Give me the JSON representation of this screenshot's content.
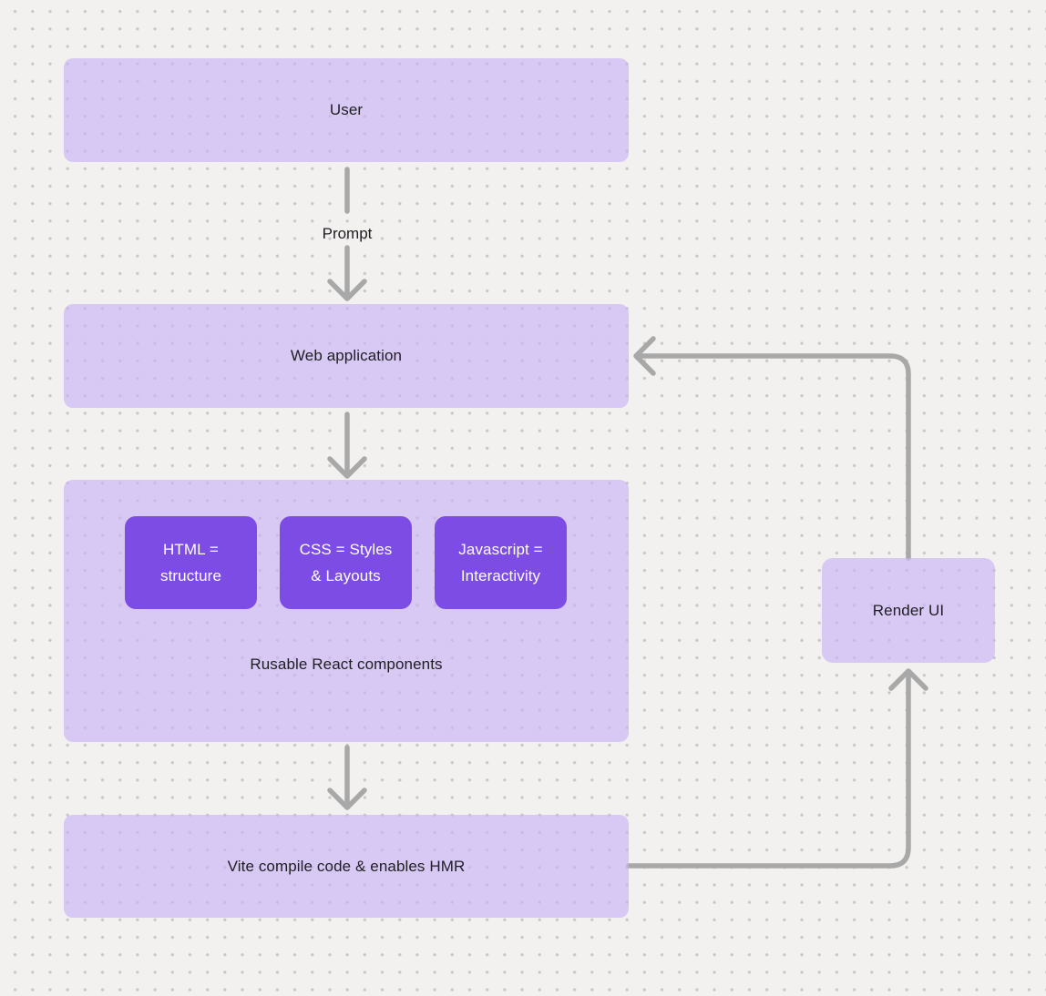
{
  "colors": {
    "canvas_bg": "#f2f1ef",
    "dot": "#c9c7c4",
    "box_fill": "rgba(201,178,246,0.65)",
    "chip_fill": "#7c4ce4",
    "chip_text": "#ffffff",
    "arrow": "#a8a8a8",
    "text": "#202024"
  },
  "nodes": {
    "user": {
      "label": "User"
    },
    "web_application": {
      "label": "Web application"
    },
    "components": {
      "caption": "Rusable React components",
      "chips": [
        {
          "lines": [
            "HTML =",
            "structure"
          ]
        },
        {
          "lines": [
            "CSS = Styles",
            "& Layouts"
          ]
        },
        {
          "lines": [
            "Javascript =",
            "Interactivity"
          ]
        }
      ]
    },
    "vite": {
      "label": "Vite compile code & enables HMR"
    },
    "render_ui": {
      "label": "Render UI"
    }
  },
  "edges": {
    "prompt_label": "Prompt"
  }
}
